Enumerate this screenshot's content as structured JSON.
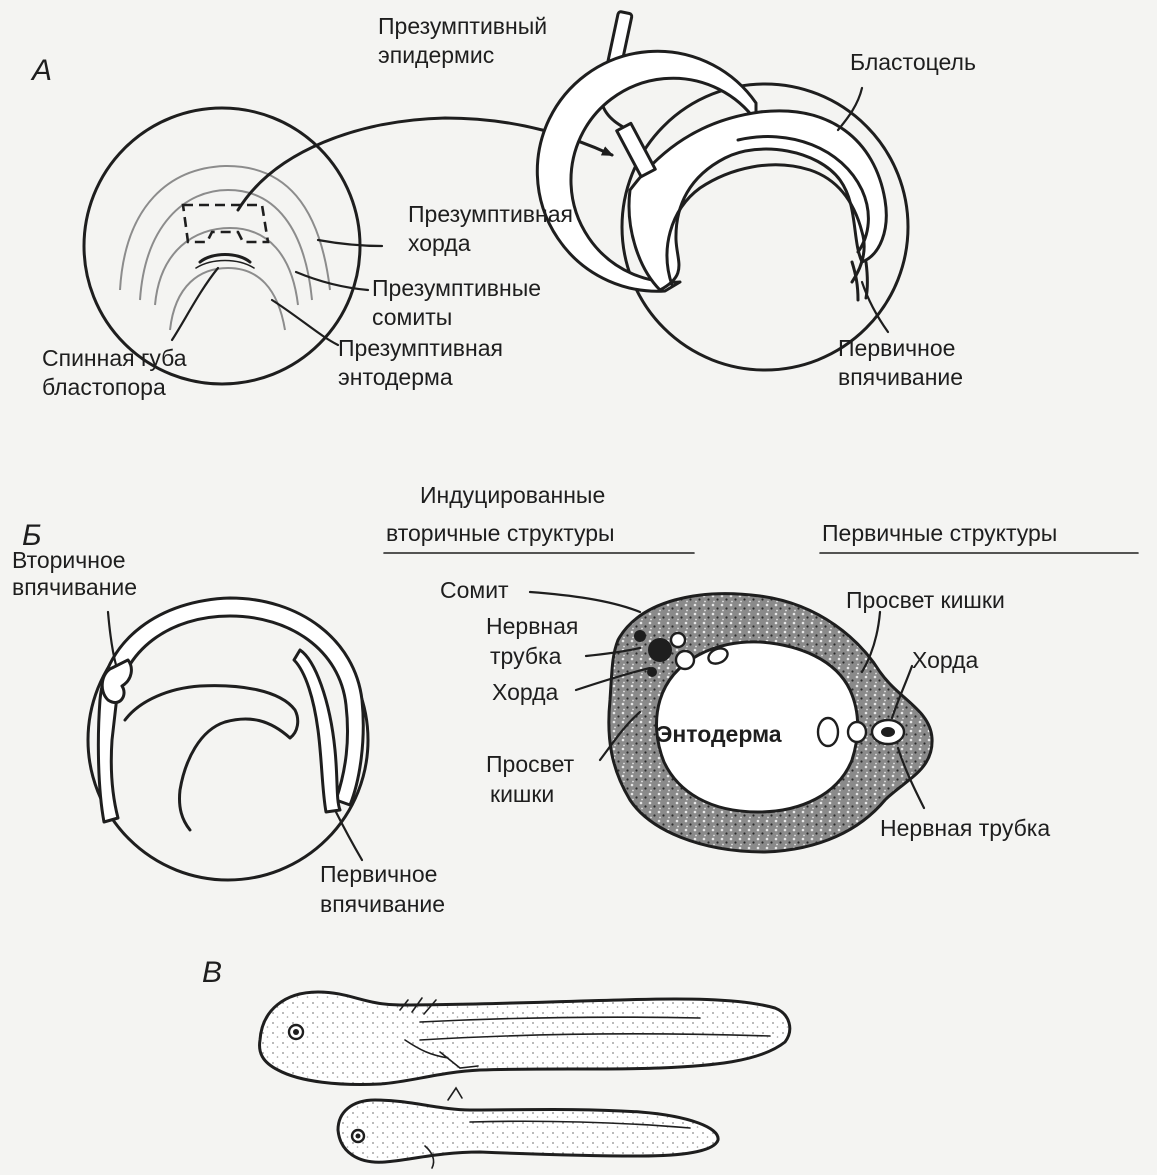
{
  "panel_a": {
    "letter": "А",
    "labels": {
      "epidermis_1": "Презумптивный",
      "epidermis_2": "эпидермис",
      "blastocoel": "Бластоцель",
      "chorda_1": "Презумптивная",
      "chorda_2": "хорда",
      "somites_1": "Презумптивные",
      "somites_2": "сомиты",
      "endoderm_1": "Презумптивная",
      "endoderm_2": "энтодерма",
      "dorsal_lip_1": "Спинная губа",
      "dorsal_lip_2": "бластопора",
      "primary_inv_1": "Первичное",
      "primary_inv_2": "впячивание"
    }
  },
  "panel_b": {
    "letter": "Б",
    "header_induced_1": "Индуцированные",
    "header_induced_2": "вторичные структуры",
    "header_primary": "Первичные структуры",
    "labels": {
      "secondary_inv_1": "Вторичное",
      "secondary_inv_2": "впячивание",
      "primary_inv_1": "Первичное",
      "primary_inv_2": "впячивание",
      "somite": "Сомит",
      "neural_tube_left_1": "Нервная",
      "neural_tube_left_2": "трубка",
      "chorda_left": "Хорда",
      "gut_lumen_left_1": "Просвет",
      "gut_lumen_left_2": "кишки",
      "endoderm": "Энтодерма",
      "gut_lumen_right": "Просвет кишки",
      "chorda_right": "Хорда",
      "neural_tube_right": "Нервная трубка"
    }
  },
  "panel_c": {
    "letter": "В"
  }
}
